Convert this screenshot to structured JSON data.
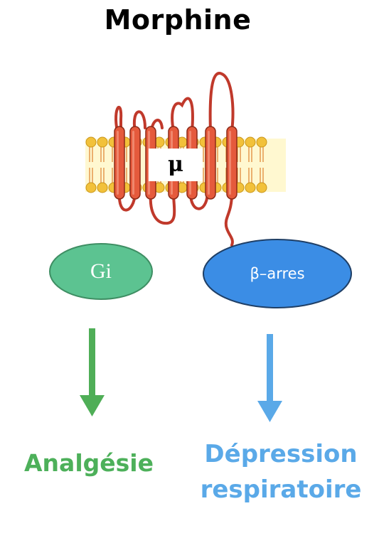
{
  "title": "Morphine",
  "receptor": {
    "label": "μ"
  },
  "pathways": {
    "left": {
      "effector": "Gi",
      "outcome": "Analgésie",
      "color": "#4db05a",
      "fill": "#5cc391"
    },
    "right": {
      "effector": "β–arres",
      "outcome_lines": [
        "Dépression",
        "respiratoire"
      ],
      "color": "#5aa9e8",
      "fill": "#3b8de5"
    }
  },
  "colors": {
    "helix": "#e55a3c",
    "lipid_head": "#f2c13a",
    "membrane_tint": "#fff7cc"
  }
}
